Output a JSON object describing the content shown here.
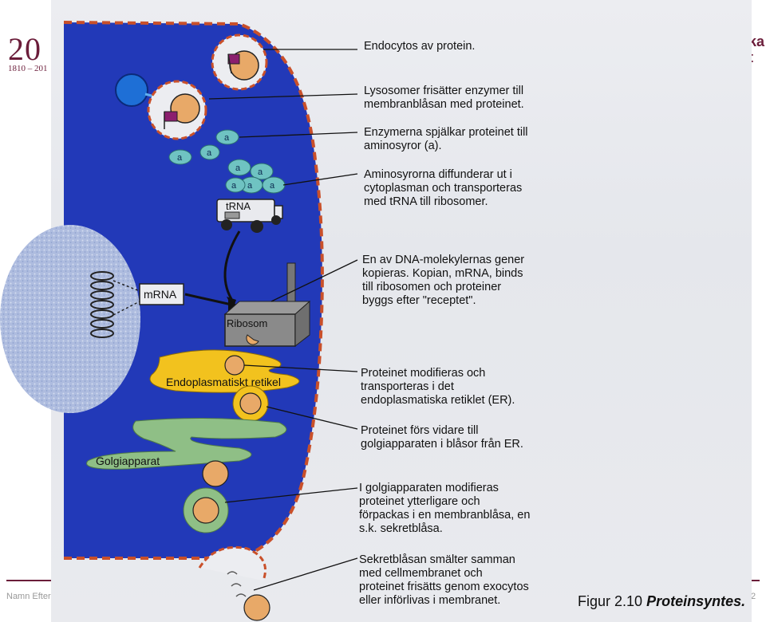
{
  "slide": {
    "year": "20",
    "years_range": "1810 – 201",
    "right_fragment": "ka t",
    "footer_left": "Namn Efter",
    "footer_right": "2"
  },
  "figure": {
    "number": "Figur 2.10",
    "title": "Proteinsyntes."
  },
  "labels": {
    "trna": "tRNA",
    "mrna": "mRNA",
    "ribosom": "Ribosom",
    "er": "Endoplasmatiskt retikel",
    "golgi": "Golgiapparat",
    "amino": "a"
  },
  "steps": [
    "Endocytos av protein.",
    "Lysosomer frisätter enzymer till\nmembranblåsan med proteinet.",
    "Enzymerna spjälkar proteinet till\naminosyror (a).",
    "Aminosyrorna diffunderar ut i\ncytoplasman och transporteras\nmed tRNA till ribosomer.",
    "En av DNA-molekylernas gener\nkopieras. Kopian, mRNA, binds\ntill ribosomen och proteiner\nbyggs efter \"receptet\".",
    "Proteinet modifieras och\ntransporteras i det\nendoplasmatiska retiklet (ER).",
    "Proteinet förs vidare till\ngolgiapparaten i blåsor från ER.",
    "I golgiapparaten modifieras\nproteinet ytterligare och\nförpackas i en membranblåsa, en\ns.k. sekretblåsa.",
    "Sekretblåsan smälter samman\nmed cellmembranet och\nproteinet frisätts genom exocytos\neller införlivas i membranet."
  ],
  "colors": {
    "cytoplasm": "#2239b8",
    "membrane": "#c9502a",
    "nucleus": "#b8c6e4",
    "er": "#f2c21e",
    "golgi": "#8fbf86",
    "protein": "#e8a968",
    "amino": "#6fc3c2",
    "brand": "#6b1d3a"
  }
}
